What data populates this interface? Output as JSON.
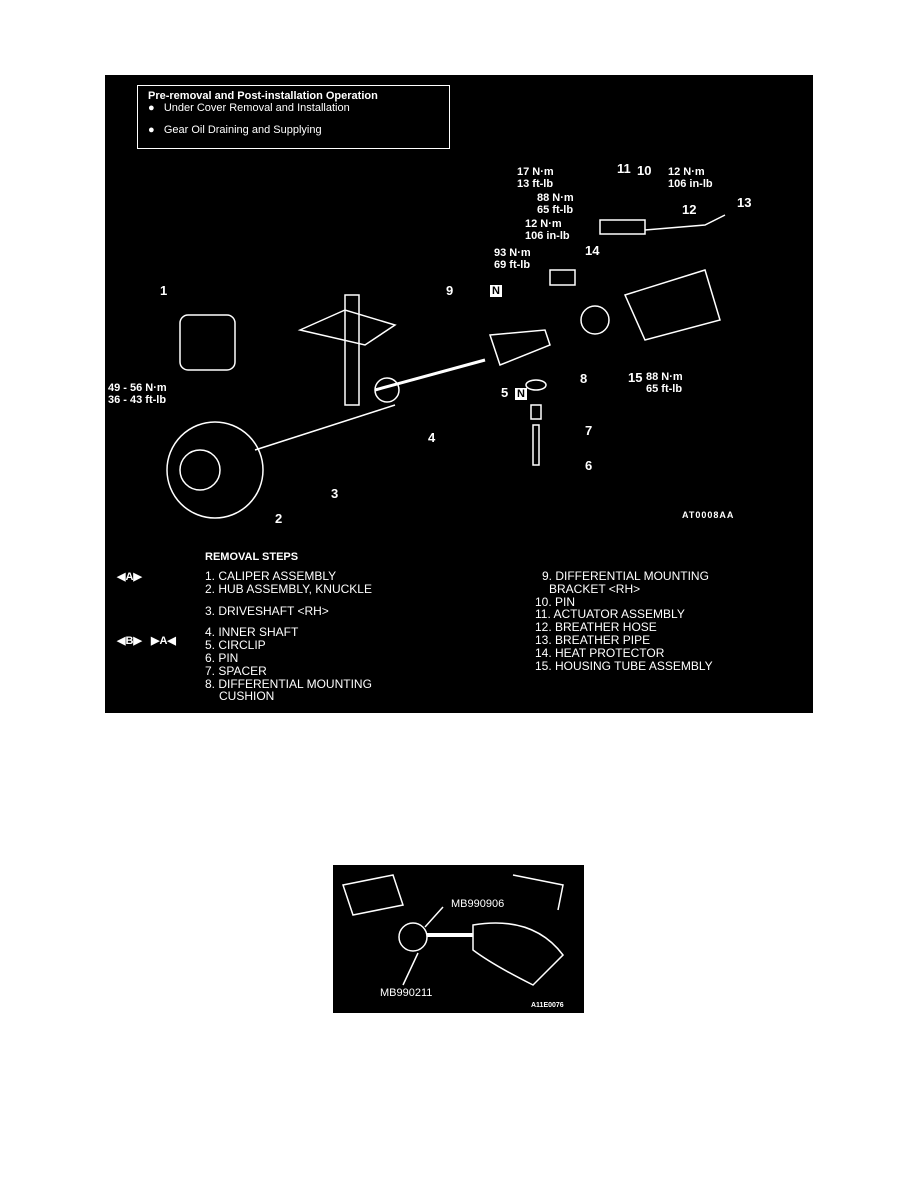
{
  "inset": {
    "title": "Pre-removal and Post-installation Operation",
    "items": [
      "Under Cover Removal and Installation",
      "Gear Oil Draining and Supplying"
    ]
  },
  "torques": {
    "t1": "17 N·m\n13 ft-lb",
    "t2": "12 N·m\n106 in-lb",
    "t3": "88 N·m\n65 ft-lb",
    "t4": "12 N·m\n106 in-lb",
    "t5": "93 N·m\n69 ft-lb",
    "t6": "49 - 56 N·m\n36 - 43 ft-lb",
    "t7": "88 N·m\n65 ft-lb"
  },
  "callouts": [
    "1",
    "2",
    "3",
    "4",
    "5",
    "6",
    "7",
    "8",
    "9",
    "10",
    "11",
    "12",
    "13",
    "14",
    "15"
  ],
  "n_mark": "N",
  "figure_code": "AT0008AA",
  "removal": {
    "title": "REMOVAL STEPS",
    "marks": {
      "a": "◀A▶",
      "b": "◀B▶",
      "c": "▶A◀"
    },
    "left": [
      "1. CALIPER ASSEMBLY",
      "2. HUB ASSEMBLY, KNUCKLE",
      "3. DRIVESHAFT <RH>",
      "4. INNER SHAFT",
      "5. CIRCLIP",
      "6. PIN",
      "7. SPACER",
      "8. DIFFERENTIAL MOUNTING",
      "CUSHION"
    ],
    "right": [
      "9. DIFFERENTIAL MOUNTING",
      "BRACKET <RH>",
      "10. PIN",
      "11. ACTUATOR ASSEMBLY",
      "12. BREATHER HOSE",
      "13. BREATHER PIPE",
      "14. HEAT PROTECTOR",
      "15. HOUSING TUBE ASSEMBLY"
    ]
  },
  "photo": {
    "tool1": "MB990906",
    "tool2": "MB990211",
    "code": "A11E0076"
  }
}
